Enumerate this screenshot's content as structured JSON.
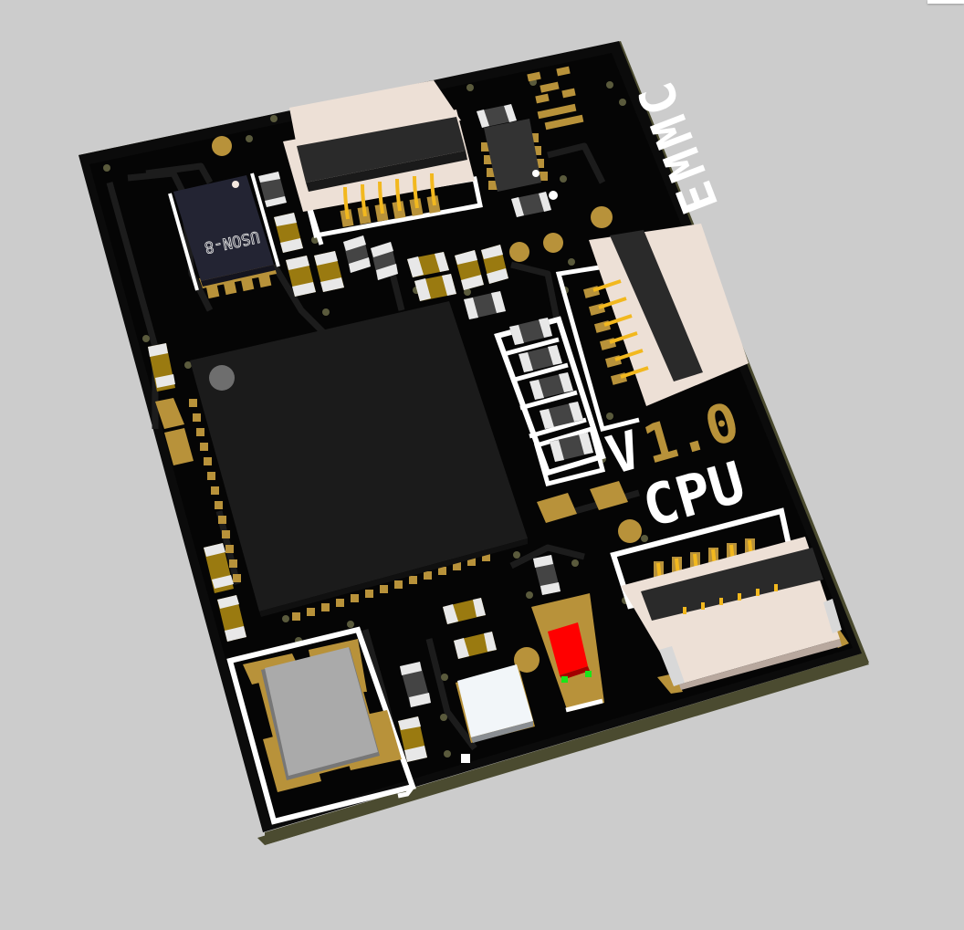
{
  "viewer": {
    "background": "#cccccc",
    "corner_panel_color": "#ffffff"
  },
  "board": {
    "name": "CPU board",
    "silkscreen": {
      "brand": "EMMC",
      "version_prefix": "V",
      "version_number": "1.0",
      "label": "CPU",
      "ic_marking": "USON-8"
    },
    "colors": {
      "soldermask": "#0a0a0a",
      "trace": "#1c1c1c",
      "edge": "#4a4a2e",
      "silk": "#ffffff",
      "copper": "#b8923a",
      "connector_body": "#ede0d6",
      "connector_actuator": "#2a2a2a",
      "pin": "#f2b81e",
      "led": "#ff0000",
      "led_contact": "#19e619",
      "crystal_can": "#aaaaaa",
      "qfn_body": "#1a1a1a",
      "uson_body": "#232433",
      "cap_body": "#9a7a10",
      "res_body": "#444444",
      "button_cap": "#f2f6f9"
    },
    "components": {
      "mcu": "QFN main processor",
      "flash": "USON-8",
      "crystal": "oscillator",
      "fpc_connectors": [
        "FPC top (6-pin)",
        "FPC right (6-pin)",
        "FPC bottom (6-pin)"
      ],
      "led": "red status LED",
      "resistor_array_count": 5
    }
  }
}
